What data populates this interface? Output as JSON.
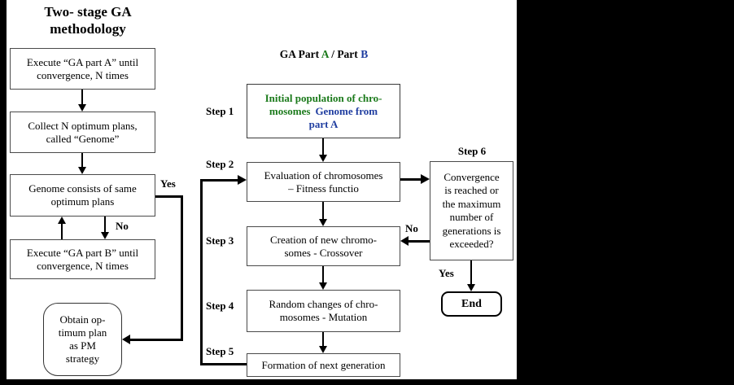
{
  "colors": {
    "green_text": "#1B7A1B",
    "blue_text": "#1F3DA0",
    "line": "#000000",
    "box_border": "#4a4a4a"
  },
  "title": {
    "line1": "Two- stage GA",
    "line2": "methodology"
  },
  "ga_header": {
    "prefix": "GA Part ",
    "a": "A",
    "mid": " / Part ",
    "b": "B"
  },
  "left_flow": {
    "execute_a": [
      "Execute “GA part A” until",
      "convergence, N times"
    ],
    "collect": [
      "Collect N optimum plans,",
      "called “Genome”"
    ],
    "genome_same": [
      "Genome consists of same",
      "optimum plans"
    ],
    "execute_b": [
      "Execute “GA part B” until",
      "convergence, N times"
    ],
    "obtain": [
      "Obtain op-",
      "timum plan",
      "as PM",
      "strategy"
    ]
  },
  "steps": {
    "labels": {
      "s1": "Step 1",
      "s2": "Step 2",
      "s3": "Step 3",
      "s4": "Step 4",
      "s5": "Step 5",
      "s6": "Step 6"
    },
    "step1": {
      "green1": "Initial population of chro-",
      "green2": "mosomes",
      "blue2": "Genome from",
      "blue3": "part A"
    },
    "step2": [
      "Evaluation of chromosomes",
      "– Fitness functio"
    ],
    "step3": [
      "Creation of new chromo-",
      "somes - Crossover"
    ],
    "step4": [
      "Random changes of chro-",
      "mosomes - Mutation"
    ],
    "step5": [
      "Formation of next generation"
    ],
    "step6": [
      "Convergence",
      "is reached or",
      "the maximum",
      "number of",
      "generations is",
      "exceeded?"
    ],
    "end": "End"
  },
  "decisions": {
    "yes_genome": "Yes",
    "no_genome": "No",
    "no_convergence": "No",
    "yes_convergence": "Yes"
  }
}
